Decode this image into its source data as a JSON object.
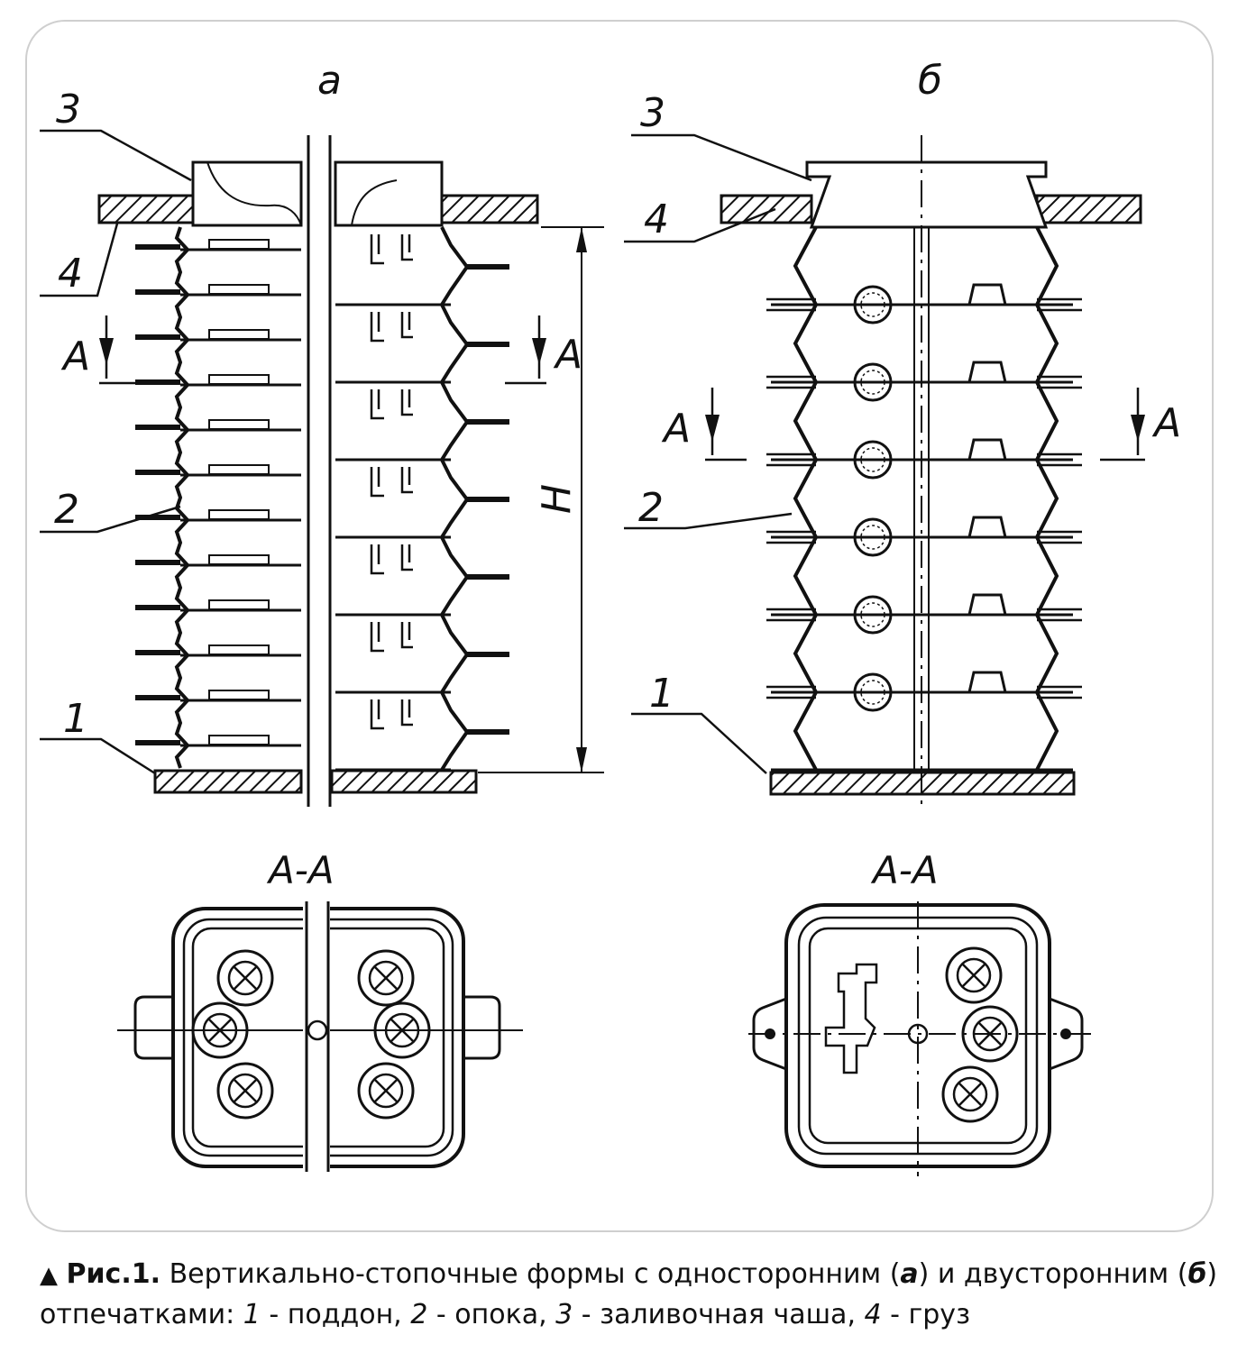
{
  "figure": {
    "panel_a_label": "а",
    "panel_b_label": "б",
    "callouts_a": [
      "3",
      "4",
      "2",
      "1"
    ],
    "callouts_b": [
      "3",
      "4",
      "2",
      "1"
    ],
    "section_marker": "А",
    "height_dim": "H",
    "section_title_a": "А-А",
    "section_title_b": "А-А"
  },
  "caption": {
    "marker": "▲",
    "label": "Рис.1.",
    "text_1": "Вертикально-стопочные формы с односторонним (",
    "a_ref": "а",
    "text_2": ") и двусторонним (",
    "b_ref": "б",
    "text_3": ") отпечатками: ",
    "n1": "1",
    "t1": " - поддон, ",
    "n2": "2",
    "t2": " - опока, ",
    "n3": "3",
    "t3": " - заливочная чаша, ",
    "n4": "4",
    "t4": " - груз"
  },
  "colors": {
    "ink": "#111111",
    "frame": "#cfcfcf",
    "paper": "#ffffff"
  }
}
